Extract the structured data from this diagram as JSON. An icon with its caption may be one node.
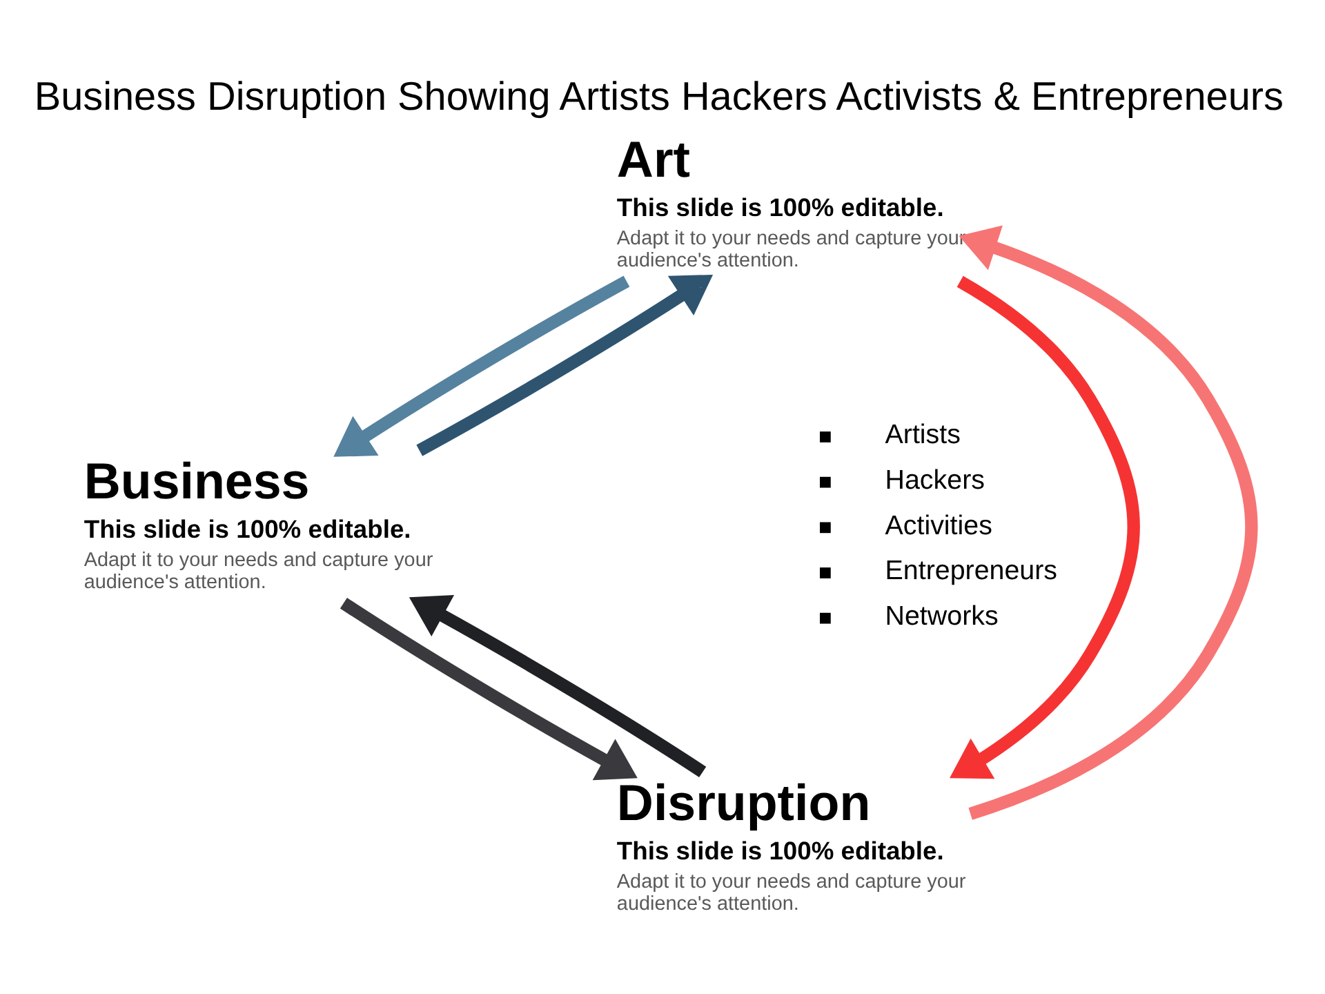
{
  "diagram": {
    "title": "Business Disruption Showing Artists Hackers Activists & Entrepreneurs",
    "nodes": [
      {
        "text": [
          "Art",
          "This slide is 100% editable.",
          "Adapt it to your needs and capture your audience's attention."
        ]
      },
      {
        "text": [
          "Business",
          "This slide is 100% editable.",
          "Adapt it to your needs and capture your audience's attention."
        ]
      },
      {
        "text": [
          "Disruption",
          "This slide is 100% editable.",
          "Adapt it to your needs and capture your audience's attention."
        ]
      }
    ],
    "edges": [
      {
        "from": 1,
        "to": 0,
        "arrow": "to",
        "color": "#2e5470"
      },
      {
        "from": 0,
        "to": 1,
        "arrow": "to",
        "color": "#55829f"
      },
      {
        "from": 2,
        "to": 0,
        "arrow": "to",
        "color": "#f77474"
      },
      {
        "from": 0,
        "to": 2,
        "arrow": "to",
        "color": "#f63333"
      },
      {
        "from": 1,
        "to": 2,
        "arrow": "to",
        "color": "#3a3a3e"
      },
      {
        "from": 2,
        "to": 1,
        "arrow": "to",
        "color": "#1f2124"
      }
    ],
    "labels": [
      "Artists",
      "Hackers",
      "Activities",
      "Entrepreneurs",
      "Networks"
    ]
  }
}
